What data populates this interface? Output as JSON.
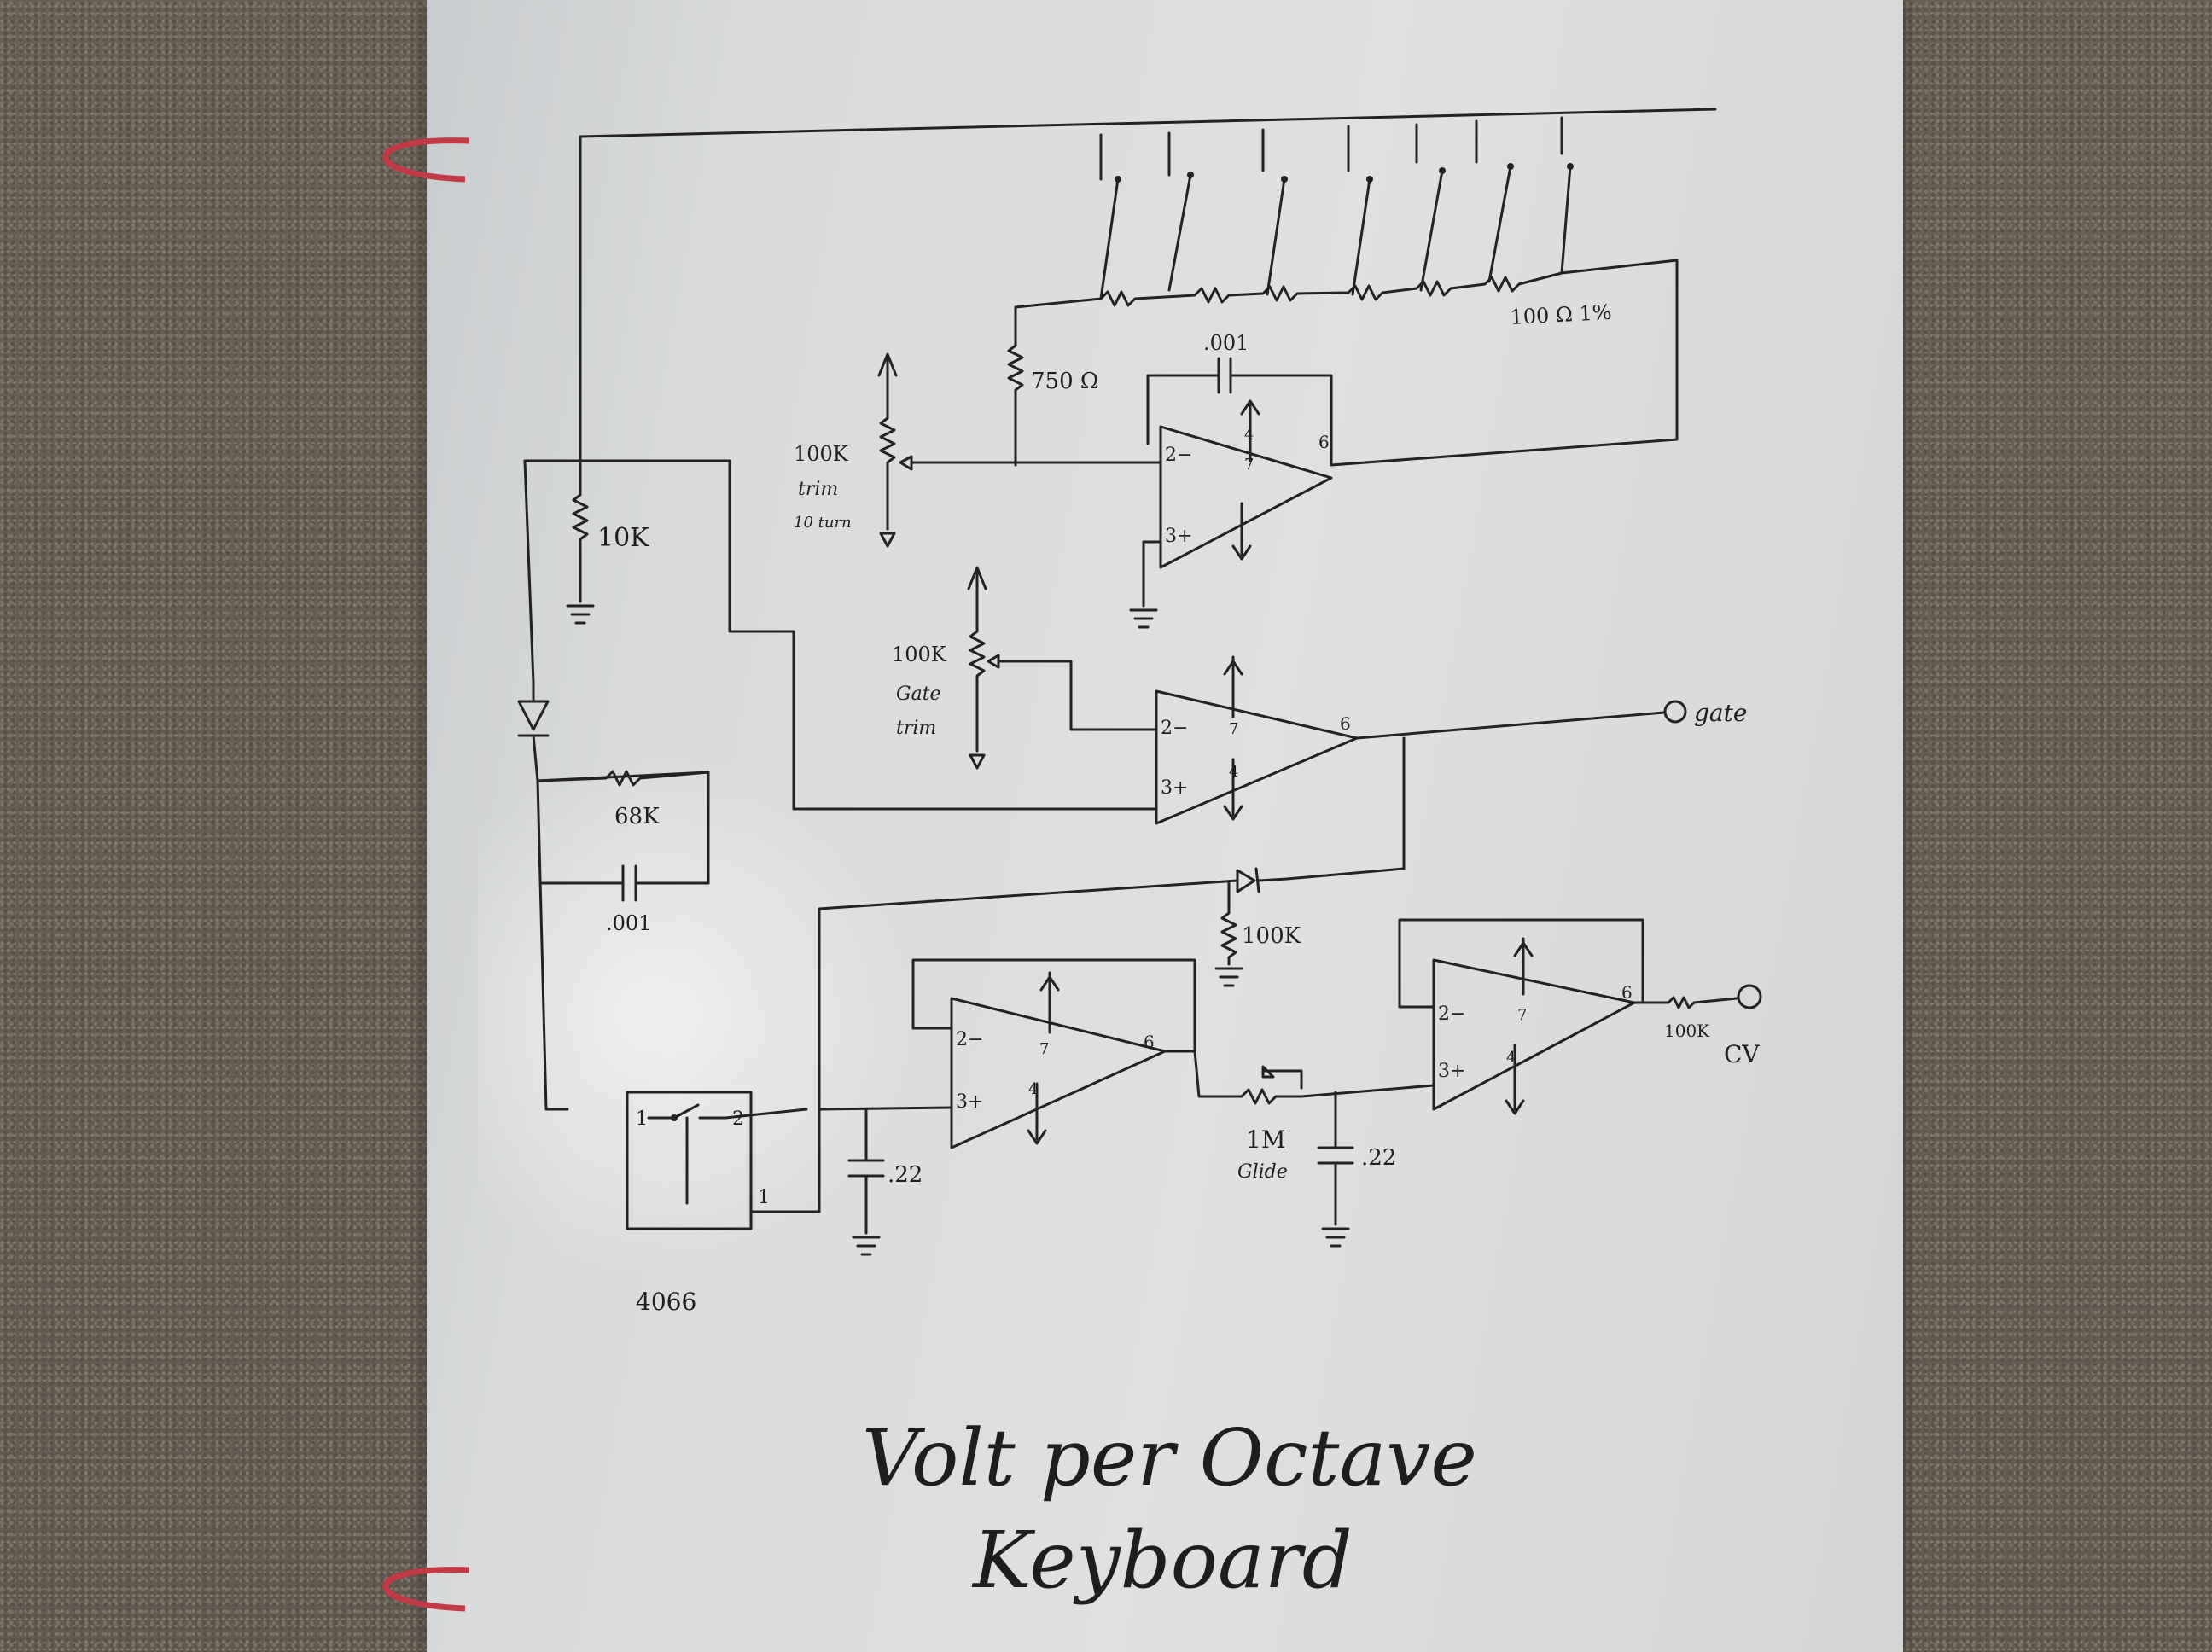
{
  "title": {
    "line1": "Volt per Octave",
    "line2": "Keyboard"
  },
  "labels": {
    "ladder_resistor": "100 Ω 1%",
    "r750": "750 Ω",
    "cap_top": ".001",
    "trim1_value": "100K",
    "trim1_l2": "trim",
    "trim1_l3": "10 turn",
    "r10k": "10K",
    "trim2_value": "100K",
    "trim2_l2": "Gate",
    "trim2_l3": "trim",
    "r68k": "68K",
    "cap_feedback": ".001",
    "r100k_diode": "100K",
    "switch_ic": "4066",
    "cap_hold": ".22",
    "glide_value": "1M",
    "glide_label": "Glide",
    "cap_glide": ".22",
    "r_out": "100K",
    "gate_out": "gate",
    "cv_out": "CV"
  },
  "pins": {
    "a1_inv": "2−",
    "a1_non": "3+",
    "a1_out": "6",
    "a1_vp": "4",
    "a1_vm": "7",
    "a2_inv": "2−",
    "a2_non": "3+",
    "a2_out": "6",
    "a2_vp": "7",
    "a2_vm": "4",
    "a3_inv": "2−",
    "a3_non": "3+",
    "a3_out": "6",
    "a3_vp": "7",
    "a3_vm": "4",
    "a4_inv": "2−",
    "a4_non": "3+",
    "a4_out": "6",
    "a4_vp": "7",
    "a4_vm": "4",
    "sw1": "1",
    "sw2": "2",
    "sw3": "1"
  }
}
